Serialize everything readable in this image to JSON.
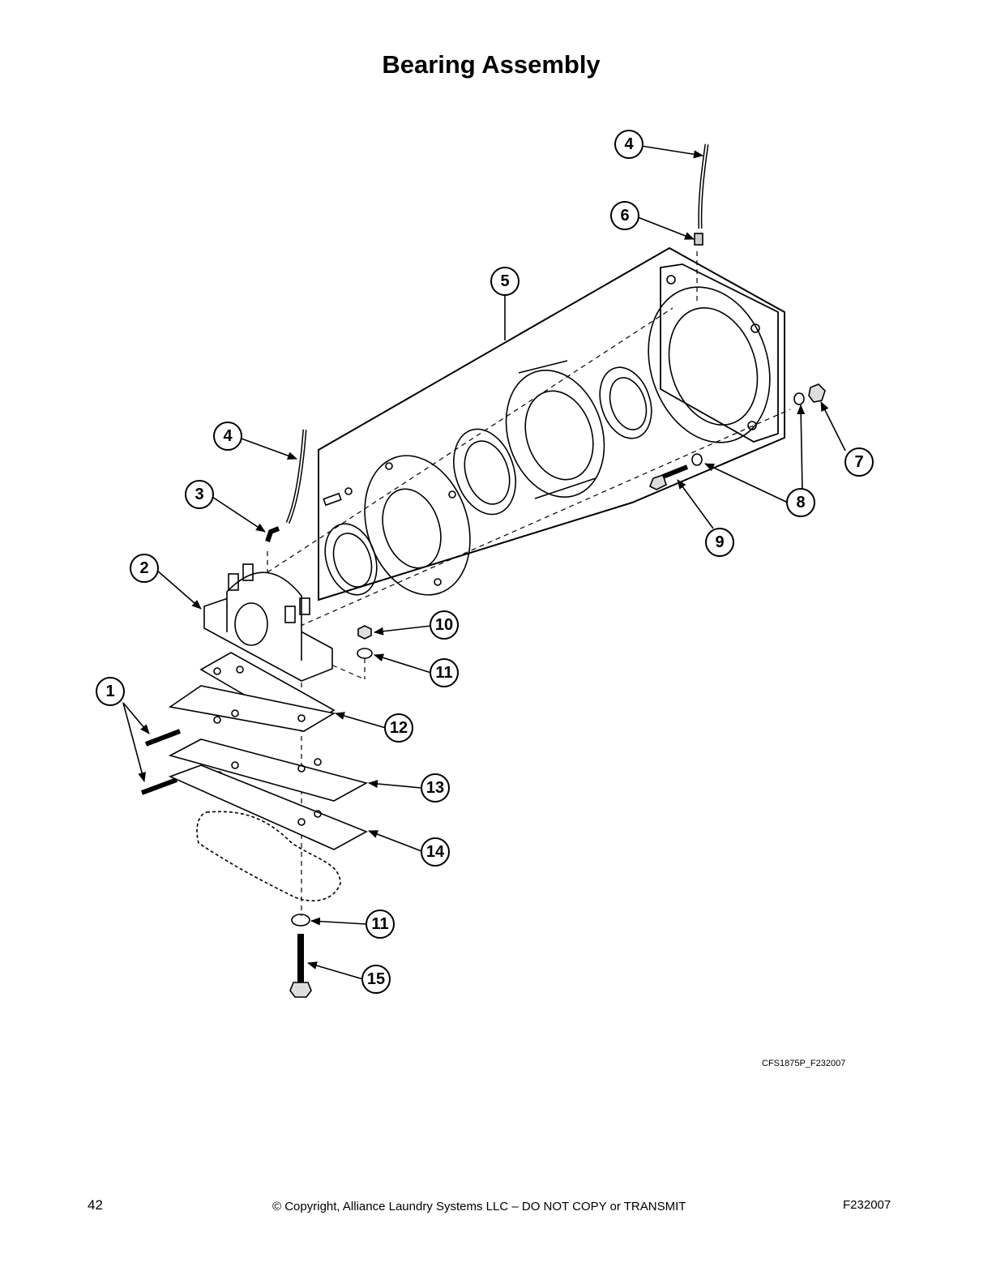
{
  "title": "Bearing Assembly",
  "figure_code": "CFS1875P_F232007",
  "footer": {
    "page_number": "42",
    "copyright": "© Copyright, Alliance Laundry Systems LLC – DO NOT COPY or TRANSMIT",
    "doc_number": "F232007"
  },
  "callouts": [
    "1",
    "2",
    "3",
    "4",
    "4",
    "5",
    "6",
    "7",
    "8",
    "9",
    "10",
    "11",
    "11",
    "12",
    "13",
    "14",
    "15"
  ]
}
